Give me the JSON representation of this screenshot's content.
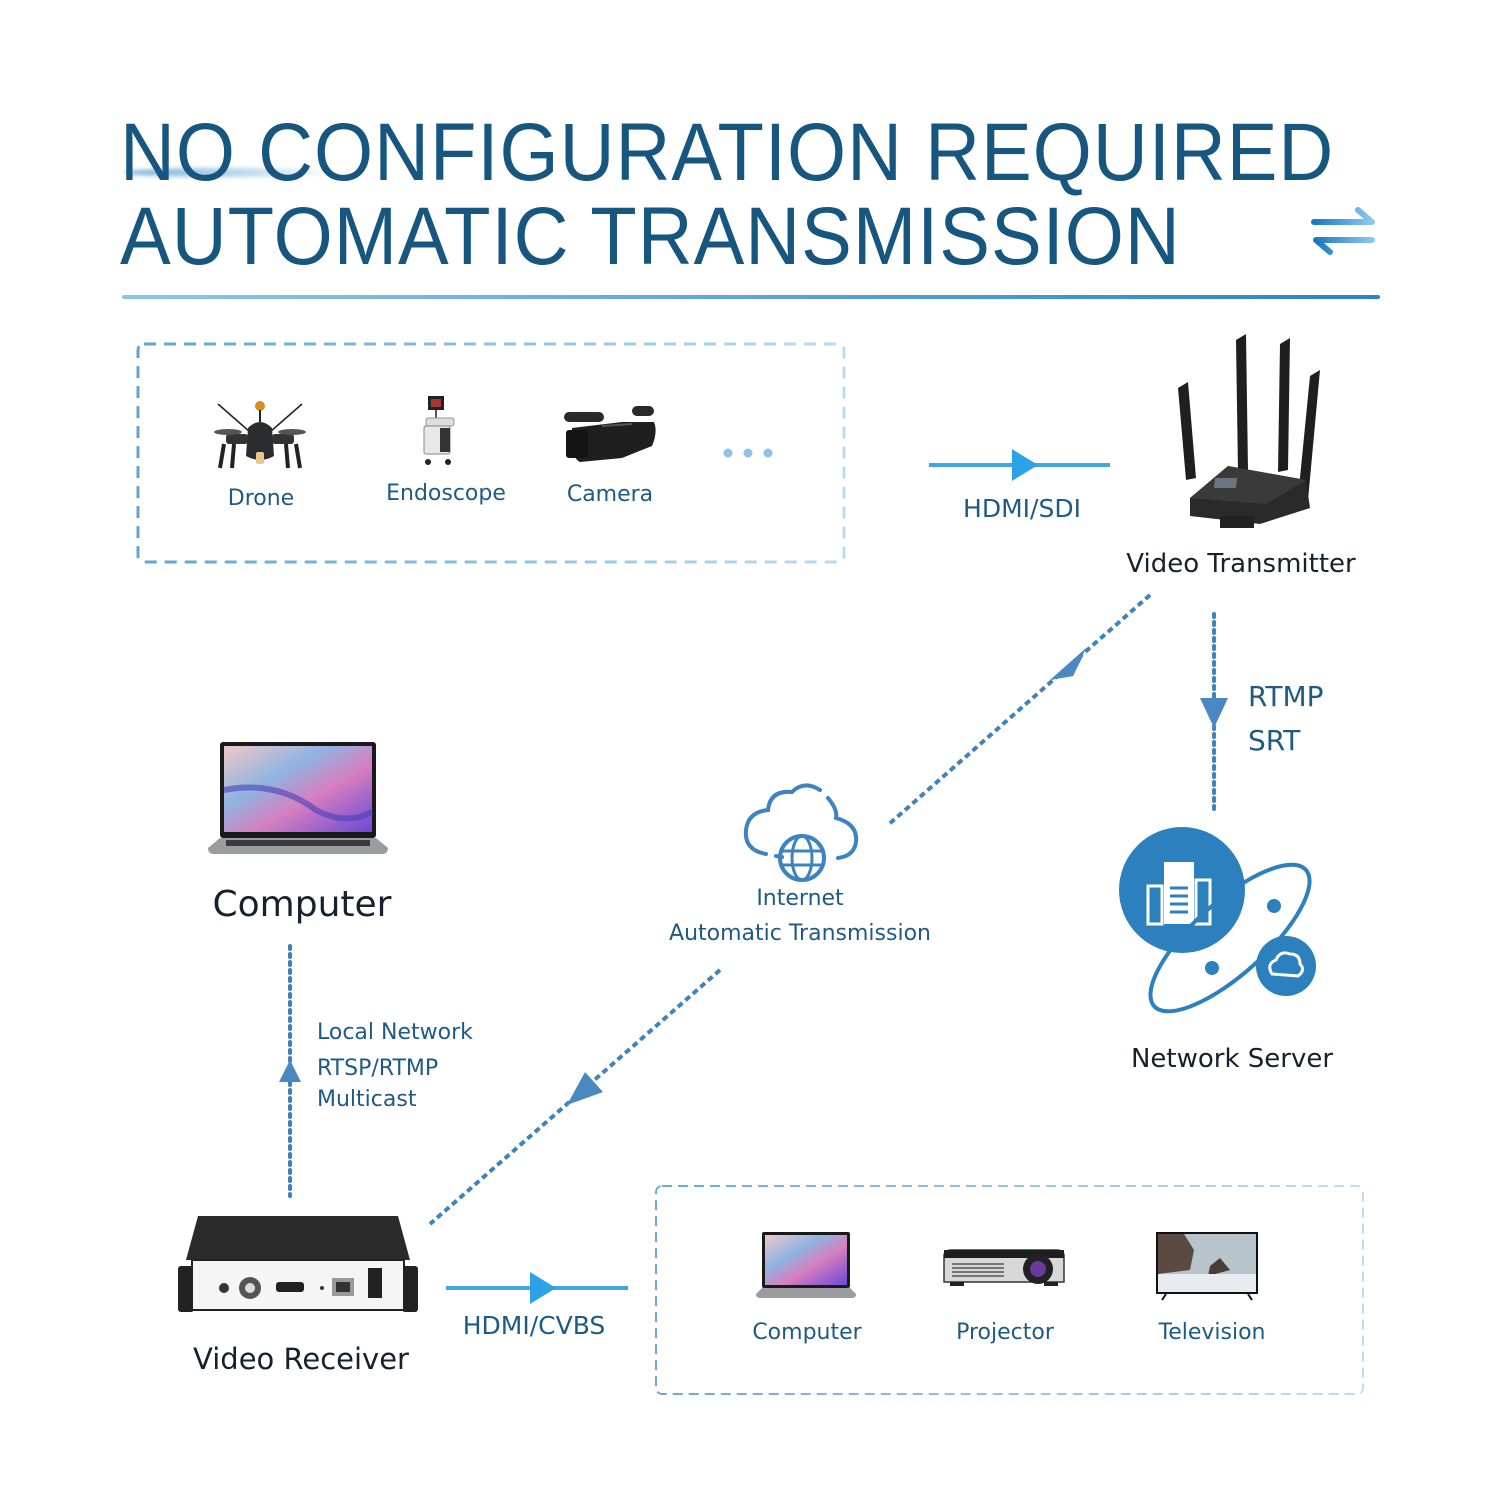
{
  "header": {
    "title_line1": "NO CONFIGURATION REQUIRED",
    "title_line2": "AUTOMATIC TRANSMISSION",
    "icon": "swap-arrows-icon"
  },
  "colors": {
    "title": "#17567f",
    "accent": "#2a84c6",
    "arrow": "#3ea7e6",
    "dashed_line": "#3f83bd",
    "label": "#1f5a85",
    "dark_label": "#15222e"
  },
  "sources": {
    "items": [
      {
        "label": "Drone",
        "icon": "drone-icon"
      },
      {
        "label": "Endoscope",
        "icon": "endoscope-icon"
      },
      {
        "label": "Camera",
        "icon": "camcorder-icon"
      }
    ],
    "more": "..."
  },
  "links": {
    "source_to_transmitter": "HDMI/SDI",
    "transmitter_to_server": [
      "RTMP",
      "SRT"
    ],
    "internet": [
      "Internet",
      "Automatic Transmission"
    ],
    "receiver_to_computer": [
      "Local Network",
      "RTSP/RTMP",
      "Multicast"
    ],
    "receiver_to_outputs": "HDMI/CVBS"
  },
  "nodes": {
    "transmitter": "Video Transmitter",
    "server": "Network Server",
    "computer": "Computer",
    "receiver": "Video Receiver"
  },
  "outputs": {
    "items": [
      {
        "label": "Computer",
        "icon": "laptop-icon"
      },
      {
        "label": "Projector",
        "icon": "projector-icon"
      },
      {
        "label": "Television",
        "icon": "television-icon"
      }
    ]
  }
}
